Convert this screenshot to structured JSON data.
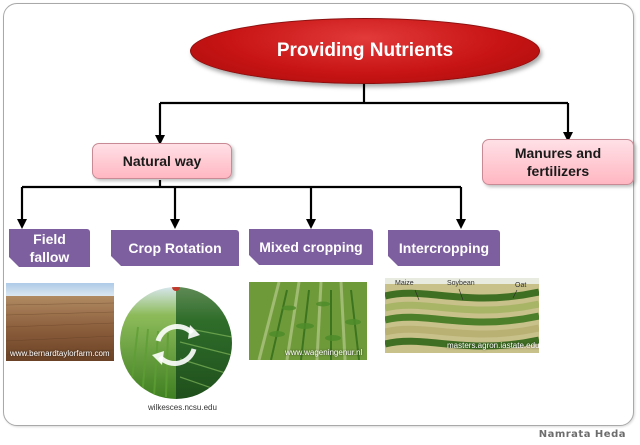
{
  "diagram": {
    "root": "Providing Nutrients",
    "branches": {
      "natural": "Natural way",
      "manures_line1": "Manures and",
      "manures_line2": "fertilizers"
    },
    "methods": [
      {
        "line1": "Field",
        "line2": "fallow",
        "credit": "www.bernardtaylorfarm.com"
      },
      {
        "line1": "Crop Rotation",
        "credit": "wilkesces.ncsu.edu"
      },
      {
        "line1": "Mixed cropping",
        "credit": "www.wageningenur.nl"
      },
      {
        "line1": "Intercropping",
        "credit": "masters.agron.iastate.edu",
        "crop_labels": [
          "Maize",
          "Soybean",
          "Oat"
        ]
      }
    ]
  },
  "signature": "Namrata Heda",
  "colors": {
    "title_fill": "#c81414",
    "branch_fill": "#ffc3cc",
    "method_fill": "#7d5f9f",
    "connector": "#000000"
  }
}
